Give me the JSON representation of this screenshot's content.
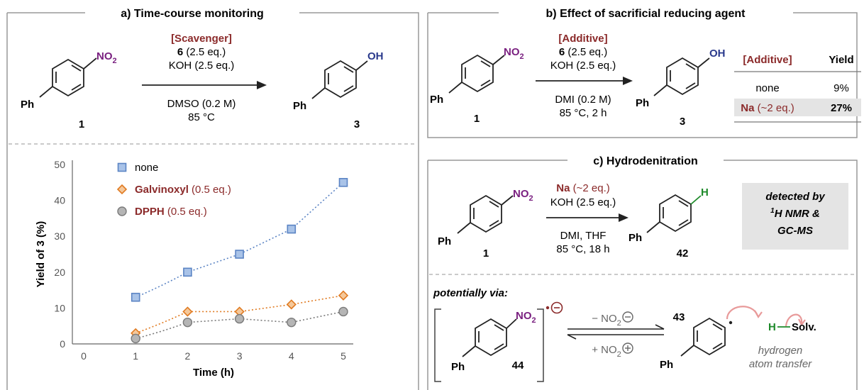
{
  "panel_a": {
    "title": "a) Time-course monitoring",
    "scavenger": "[Scavenger]",
    "reagent_num": "6",
    "reagent_eq": " (2.5 eq.)",
    "base": "KOH (2.5 eq.)",
    "solvent": "DMSO (0.2 M)",
    "temp": "85 °C",
    "start_num": "1",
    "product_num": "3",
    "nitro": "NO",
    "nitro_sub": "2",
    "oh": "OH",
    "ph": "Ph"
  },
  "panel_b": {
    "title": "b) Effect of sacrificial reducing agent",
    "additive": "[Additive]",
    "reagent_num": "6",
    "reagent_eq": " (2.5 eq.)",
    "base": "KOH (2.5 eq.)",
    "solvent": "DMI (0.2 M)",
    "temp": "85 °C, 2 h",
    "start_num": "1",
    "product_num": "3",
    "nitro": "NO",
    "nitro_sub": "2",
    "oh": "OH",
    "ph": "Ph",
    "table": {
      "col1": "[Additive]",
      "col2": "Yield",
      "row1_add": "none",
      "row1_yield": "9%",
      "row2_add_bold": "Na",
      "row2_add_rest": " (~2 eq.)",
      "row2_yield": "27%"
    }
  },
  "panel_c": {
    "title": "c) Hydrodenitration",
    "reagent_bold": "Na",
    "reagent_rest": " (~2 eq.)",
    "base": "KOH (2.5 eq.)",
    "solvent": "DMI, THF",
    "temp": "85 °C, 18 h",
    "start_num": "1",
    "product_num": "42",
    "h": "H",
    "ph": "Ph",
    "nitro": "NO",
    "nitro_sub": "2",
    "detected_1": "detected by",
    "detected_2_sup": "1",
    "detected_2": "H NMR &",
    "detected_3": "GC-MS",
    "via": "potentially via:",
    "radical_anion_num": "44",
    "minus_no2": "− NO",
    "plus_no2": "+ NO",
    "sub2": "2",
    "radical_num": "43",
    "solv": "Solv.",
    "hat_1": "hydrogen",
    "hat_2": "atom transfer"
  },
  "chart_data": {
    "type": "scatter",
    "xlabel": "Time (h)",
    "ylabel": "Yield of 3 (%)",
    "xlim": [
      0,
      5
    ],
    "ylim": [
      0,
      50
    ],
    "xticks": [
      0,
      1,
      2,
      3,
      4,
      5
    ],
    "yticks": [
      0,
      10,
      20,
      30,
      40,
      50
    ],
    "legend_placement": "top-left",
    "series": [
      {
        "name": "none",
        "name_suffix": "",
        "marker": "square",
        "color": "#5b84c4",
        "fill": "#a9c3e8",
        "x": [
          1,
          2,
          3,
          4,
          5
        ],
        "y": [
          13,
          20,
          25,
          32,
          45
        ]
      },
      {
        "name": "Galvinoxyl",
        "name_suffix": " (0.5 eq.)",
        "marker": "diamond",
        "color": "#e07b22",
        "fill": "#f5c89a",
        "x": [
          1,
          2,
          3,
          4,
          5
        ],
        "y": [
          3,
          9,
          9,
          11,
          13.5
        ]
      },
      {
        "name": "DPPH",
        "name_suffix": " (0.5 eq.)",
        "marker": "circle",
        "color": "#7a7a7a",
        "fill": "#b5b5b5",
        "x": [
          1,
          2,
          3,
          4,
          5
        ],
        "y": [
          1.5,
          6,
          7,
          6,
          9
        ]
      }
    ]
  }
}
